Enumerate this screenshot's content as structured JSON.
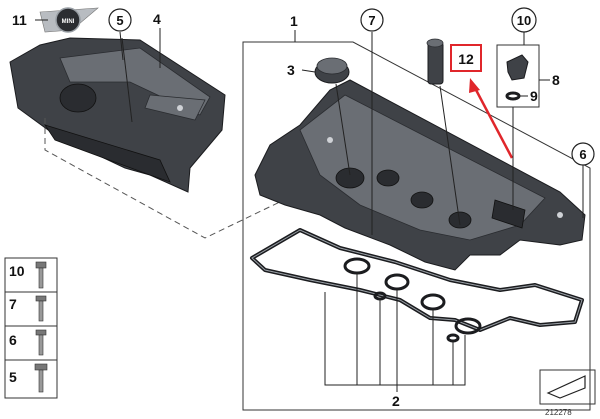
{
  "diagram": {
    "callouts": {
      "c1": "1",
      "c2": "2",
      "c3": "3",
      "c4": "4",
      "c5": "5",
      "c6": "6",
      "c7": "7",
      "c8": "8",
      "c9": "9",
      "c10": "10",
      "c11": "11",
      "c12": "12"
    },
    "legend": {
      "items": [
        "10",
        "7",
        "6",
        "5"
      ]
    },
    "logo_text": "MINI",
    "diagram_number": "212278",
    "colors": {
      "highlight": "#e0262b",
      "part": "#3f4247",
      "line": "#222222"
    }
  }
}
